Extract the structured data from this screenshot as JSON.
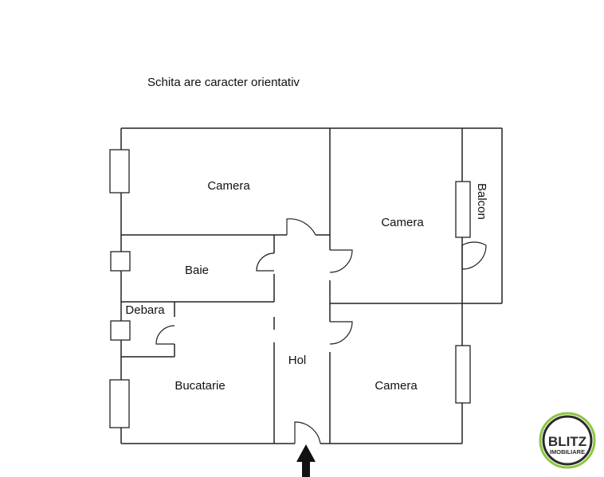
{
  "note": "Schita are caracter orientativ",
  "rooms": {
    "camera_1": "Camera",
    "camera_2": "Camera",
    "camera_3": "Camera",
    "balcon": "Balcon",
    "baie": "Baie",
    "debara": "Debara",
    "hol": "Hol",
    "bucatarie": "Bucatarie"
  },
  "logo": {
    "line1": "BLITZ",
    "line2": "IMOBILIARE",
    "ring_color": "#2b2b2b",
    "accent_color": "#8cc63f"
  },
  "colors": {
    "wall": "#222222",
    "background": "#ffffff"
  }
}
